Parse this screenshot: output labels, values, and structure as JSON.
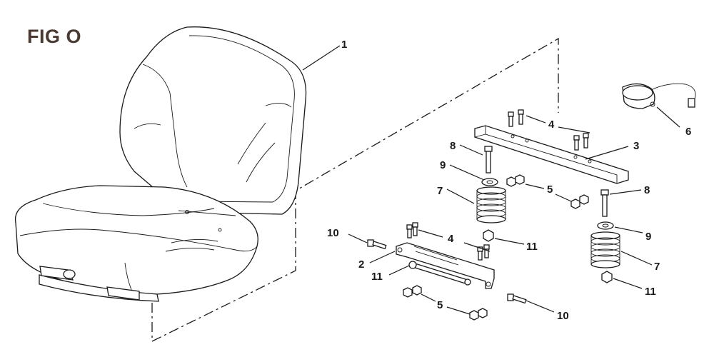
{
  "figure": {
    "title": "FIG O"
  },
  "callouts": [
    {
      "id": "c1",
      "label": "1"
    },
    {
      "id": "c2",
      "label": "2"
    },
    {
      "id": "c3",
      "label": "3"
    },
    {
      "id": "c4a",
      "label": "4"
    },
    {
      "id": "c4b",
      "label": "4"
    },
    {
      "id": "c5a",
      "label": "5"
    },
    {
      "id": "c5b",
      "label": "5"
    },
    {
      "id": "c6",
      "label": "6"
    },
    {
      "id": "c7a",
      "label": "7"
    },
    {
      "id": "c7b",
      "label": "7"
    },
    {
      "id": "c8a",
      "label": "8"
    },
    {
      "id": "c8b",
      "label": "8"
    },
    {
      "id": "c9a",
      "label": "9"
    },
    {
      "id": "c9b",
      "label": "9"
    },
    {
      "id": "c10a",
      "label": "10"
    },
    {
      "id": "c10b",
      "label": "10"
    },
    {
      "id": "c11a",
      "label": "11"
    },
    {
      "id": "c11b",
      "label": "11"
    },
    {
      "id": "c11c",
      "label": "11"
    }
  ]
}
